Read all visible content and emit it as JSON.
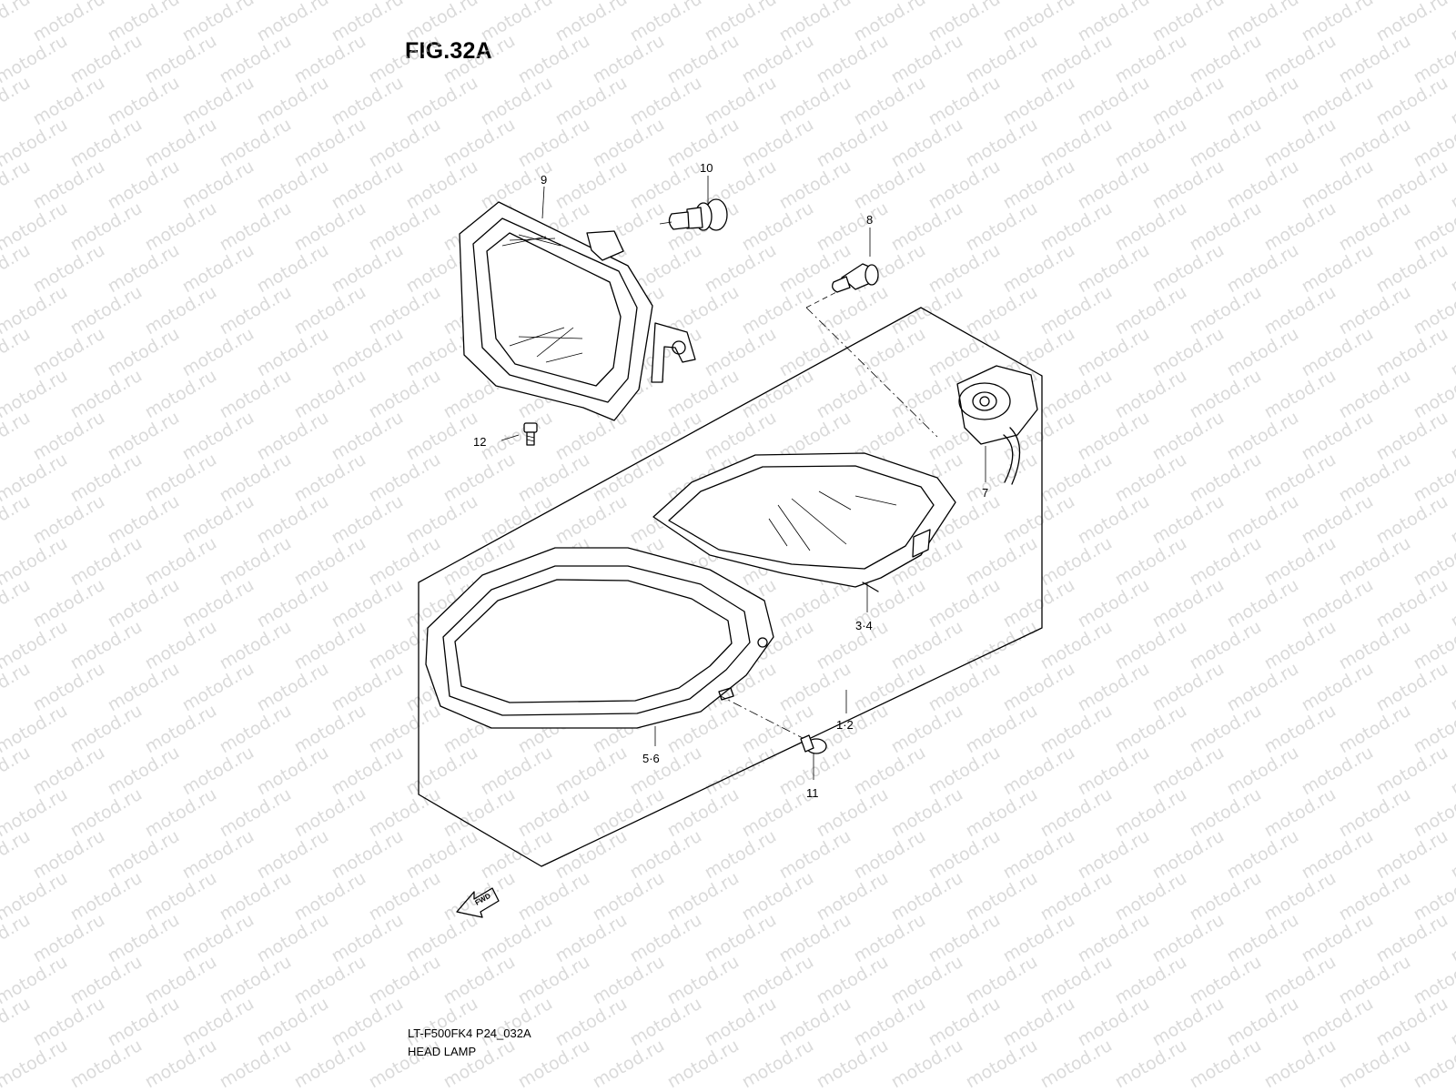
{
  "figure": {
    "title": "FIG.32A"
  },
  "footer": {
    "model_code": "LT-F500FK4 P24_032A",
    "section_name": "HEAD LAMP"
  },
  "watermark": {
    "text": "motod.ru"
  },
  "direction_arrow": {
    "label": "FWD",
    "icon": "fwd-arrow-icon"
  },
  "callouts": {
    "c9": "9",
    "c10": "10",
    "c8": "8",
    "c12": "12",
    "c7": "7",
    "c34": "3·4",
    "c12b": "1·2",
    "c56": "5·6",
    "c11": "11"
  },
  "colors": {
    "line": "#000000",
    "watermark": "#bdbdbd",
    "background": "#ffffff"
  }
}
